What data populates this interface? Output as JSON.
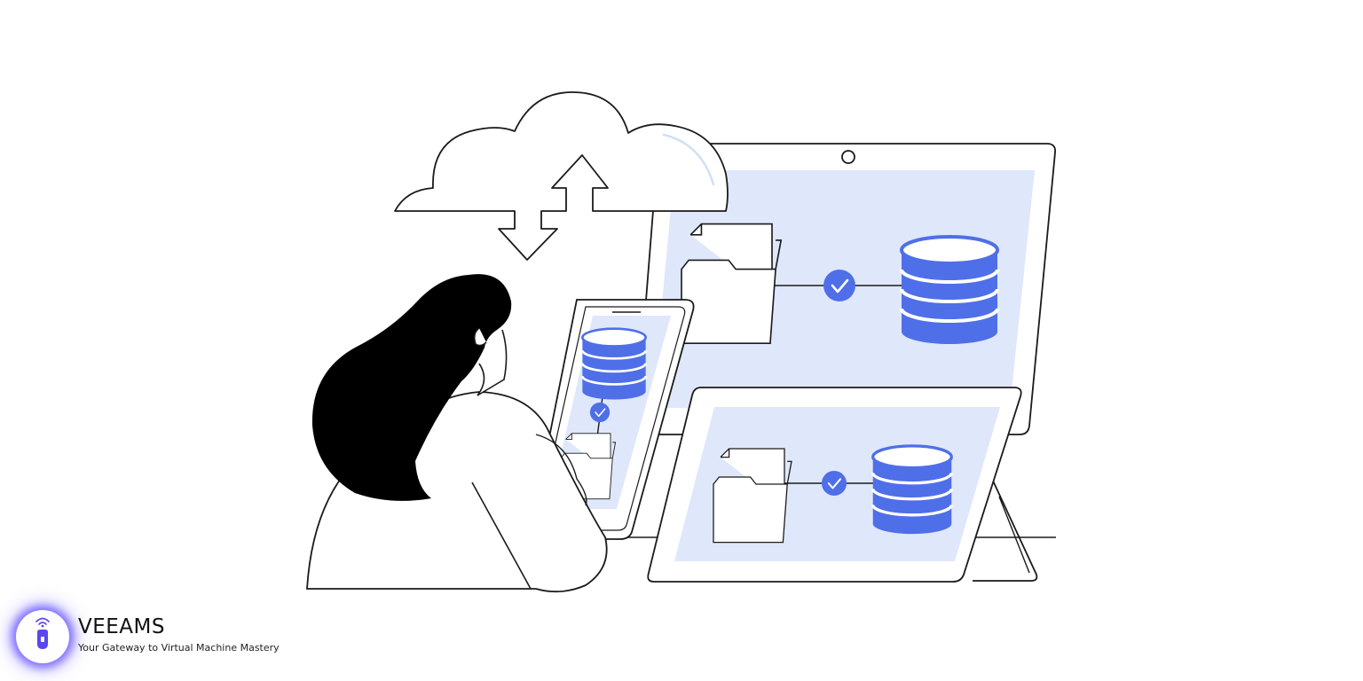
{
  "brand": {
    "name": "VEEAMS",
    "tagline": "Your Gateway to Virtual Machine Mastery",
    "logo_icon": "usb-key-wifi-icon"
  },
  "illustration": {
    "subject": "cloud-backup-sync",
    "colors": {
      "accent_blue": "#4f6fe8",
      "screen_fill": "#dfe7fb",
      "outline": "#1a1a1a",
      "hair": "#000000"
    }
  }
}
